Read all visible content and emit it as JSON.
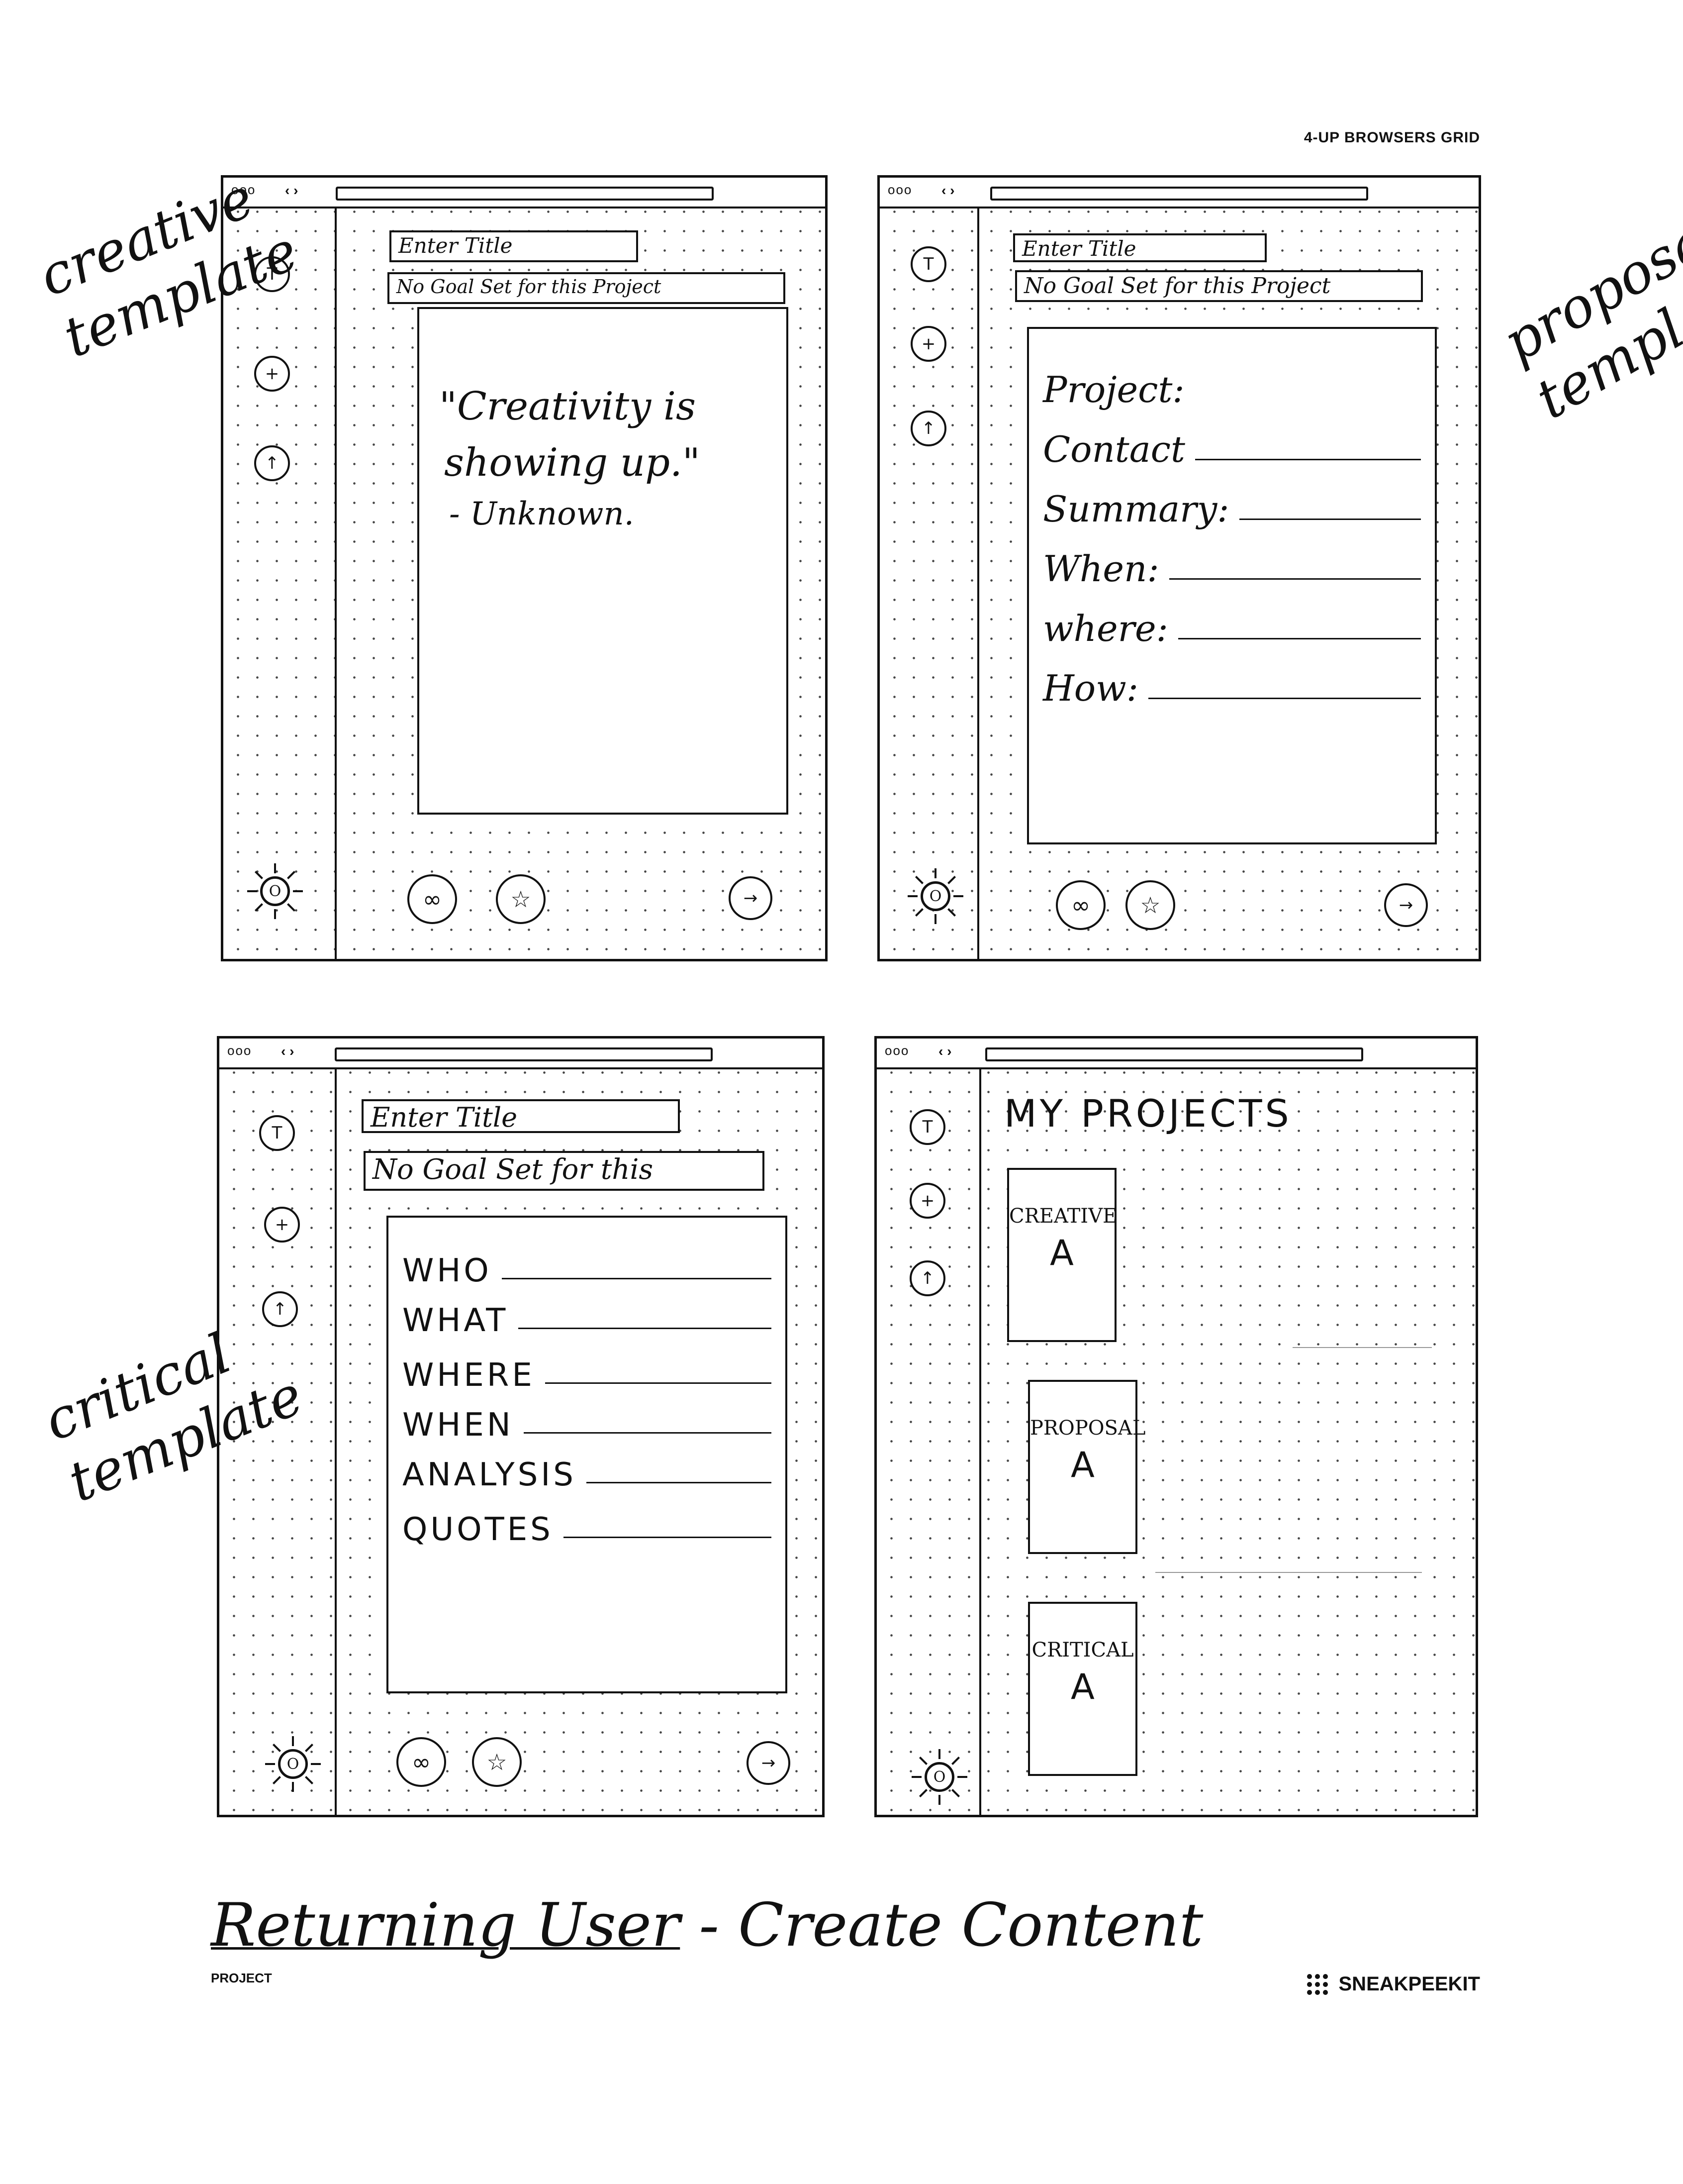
{
  "page": {
    "header_label": "4-UP BROWSERS GRID"
  },
  "annotations": {
    "creative": "creative template",
    "proposal": "proposal template",
    "critical": "critical template"
  },
  "common": {
    "browser_dots": "ooo",
    "nav_arrows": "‹ ›",
    "title_btn_icon": "T",
    "add_btn_icon": "+",
    "upload_btn_icon": "↑",
    "sun_icon": "O",
    "link_btn_icon": "∞",
    "star_btn_icon": "☆",
    "next_btn_icon": "→"
  },
  "creative": {
    "title_placeholder": "Enter Title",
    "goal": "No Goal Set for this Project",
    "quote_line1": "\"Creativity is",
    "quote_line2": "showing up.\"",
    "quote_author": "- Unknown."
  },
  "proposal": {
    "title_placeholder": "Enter Title",
    "goal": "No Goal Set for this Project",
    "fields": [
      "Project:",
      "Contact",
      "Summary:",
      "When:",
      "where:",
      "How:"
    ]
  },
  "critical": {
    "title_placeholder": "Enter Title",
    "goal": "No Goal Set for this",
    "fields": [
      "WHO",
      "WHAT",
      "WHERE",
      "WHEN",
      "ANALYSIS",
      "QUOTES"
    ]
  },
  "my_projects": {
    "heading": "MY PROJECTS",
    "cards": [
      {
        "label": "CREATIVE",
        "icon": "A"
      },
      {
        "label": "PROPOSAL",
        "icon": "A"
      },
      {
        "label": "CRITICAL",
        "icon": "A"
      }
    ]
  },
  "footer": {
    "project_title": "Returning User",
    "project_subtitle": " - Create Content",
    "project_label": "PROJECT",
    "brand": "SNEAKPEEKIT"
  }
}
